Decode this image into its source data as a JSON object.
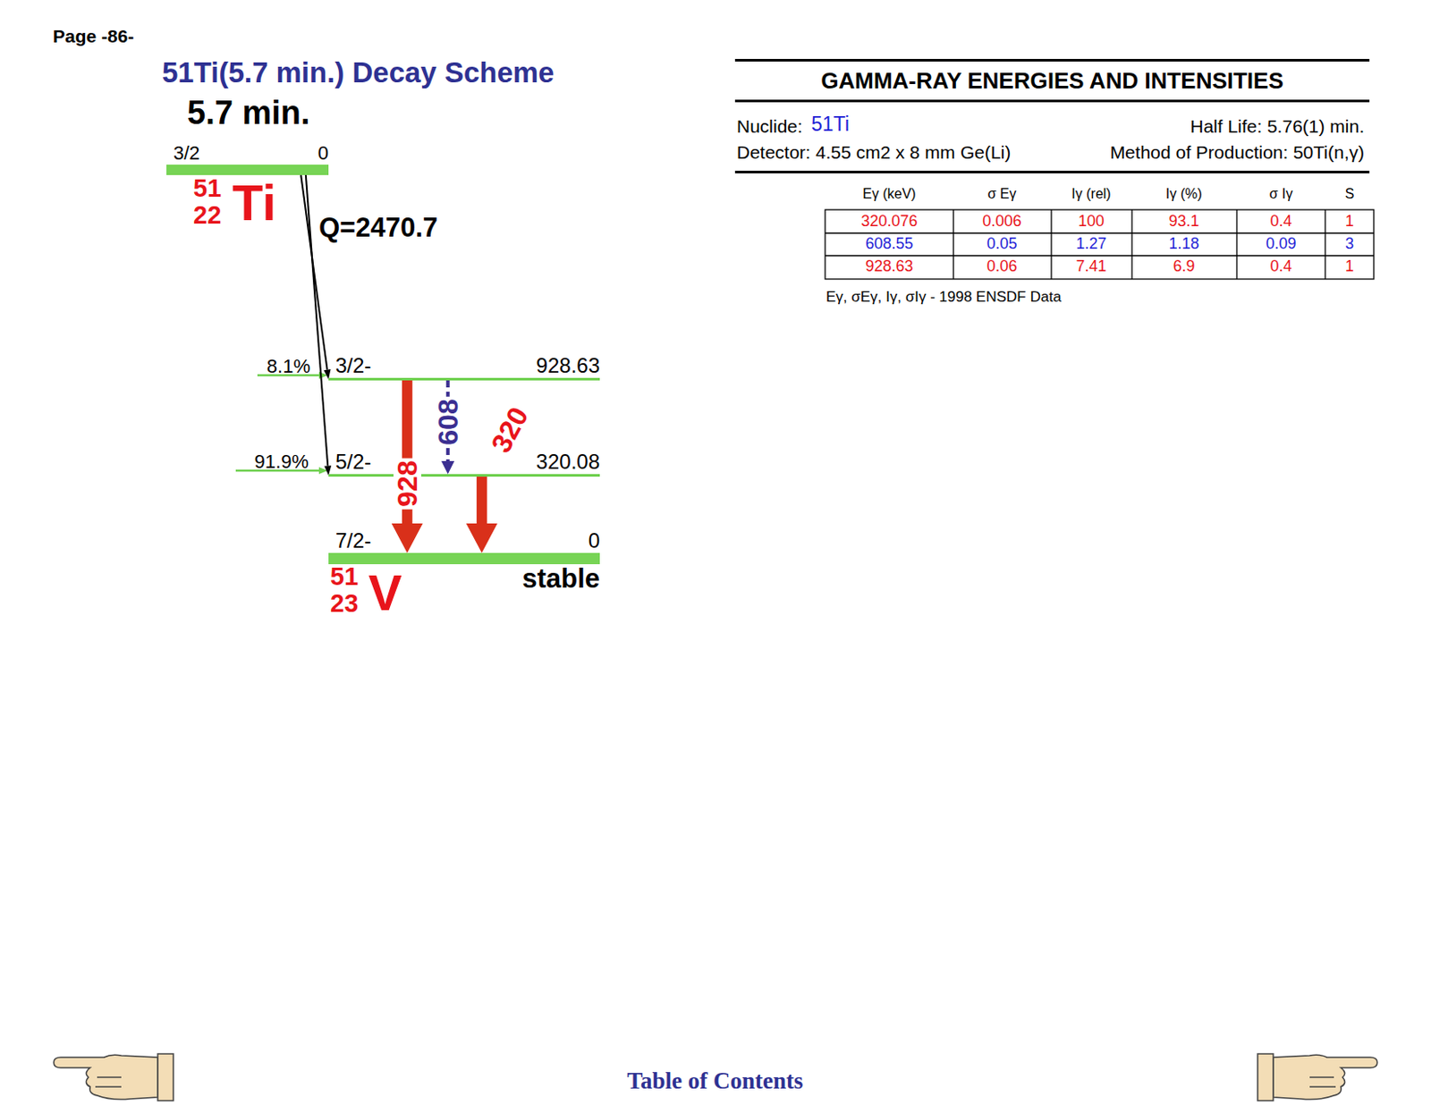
{
  "diagram": {
    "title": "51Ti(5.7 min.) Decay Scheme",
    "nodes": [
      {
        "text": [
          "3/2",
          "0"
        ]
      },
      {
        "text": [
          "3/2-",
          "928.63"
        ]
      },
      {
        "text": [
          "5/2-",
          "320.08"
        ]
      },
      {
        "text": [
          "7/2-",
          "0"
        ]
      }
    ],
    "edges": [
      {
        "from": 0,
        "to": 1,
        "arrow": "to"
      },
      {
        "from": 0,
        "to": 2,
        "arrow": "to"
      },
      {
        "from": 1,
        "to": 3,
        "label": "928",
        "arrow": "to"
      },
      {
        "from": 1,
        "to": 2,
        "label": "608",
        "arrow": "to"
      },
      {
        "from": 2,
        "to": 3,
        "label": "320",
        "arrow": "to"
      }
    ],
    "labels": [
      "Page -86-",
      "5.7 min.",
      "51",
      "22",
      "Ti",
      "Q=2470.7",
      "8.1%",
      "91.9%",
      "51",
      "23",
      "V",
      "stable",
      "GAMMA-RAY ENERGIES AND INTENSITIES",
      "Nuclide:",
      "51Ti",
      "Half Life: 5.76(1) min.",
      "Detector: 4.55 cm2 x 8 mm Ge(Li)",
      "Method of Production: 50Ti(n,γ)",
      "Eγ (keV)",
      "σ Eγ",
      "Iγ (rel)",
      "Iγ (%)",
      "σ Iγ",
      "S",
      "320.076",
      "0.006",
      "100",
      "93.1",
      "0.4",
      "1",
      "608.55",
      "0.05",
      "1.27",
      "1.18",
      "0.09",
      "3",
      "928.63",
      "0.06",
      "7.41",
      "6.9",
      "0.4",
      "1",
      "Eγ, σEγ, Iγ, σIγ - 1998 ENSDF Data",
      "Table of Contents"
    ]
  }
}
